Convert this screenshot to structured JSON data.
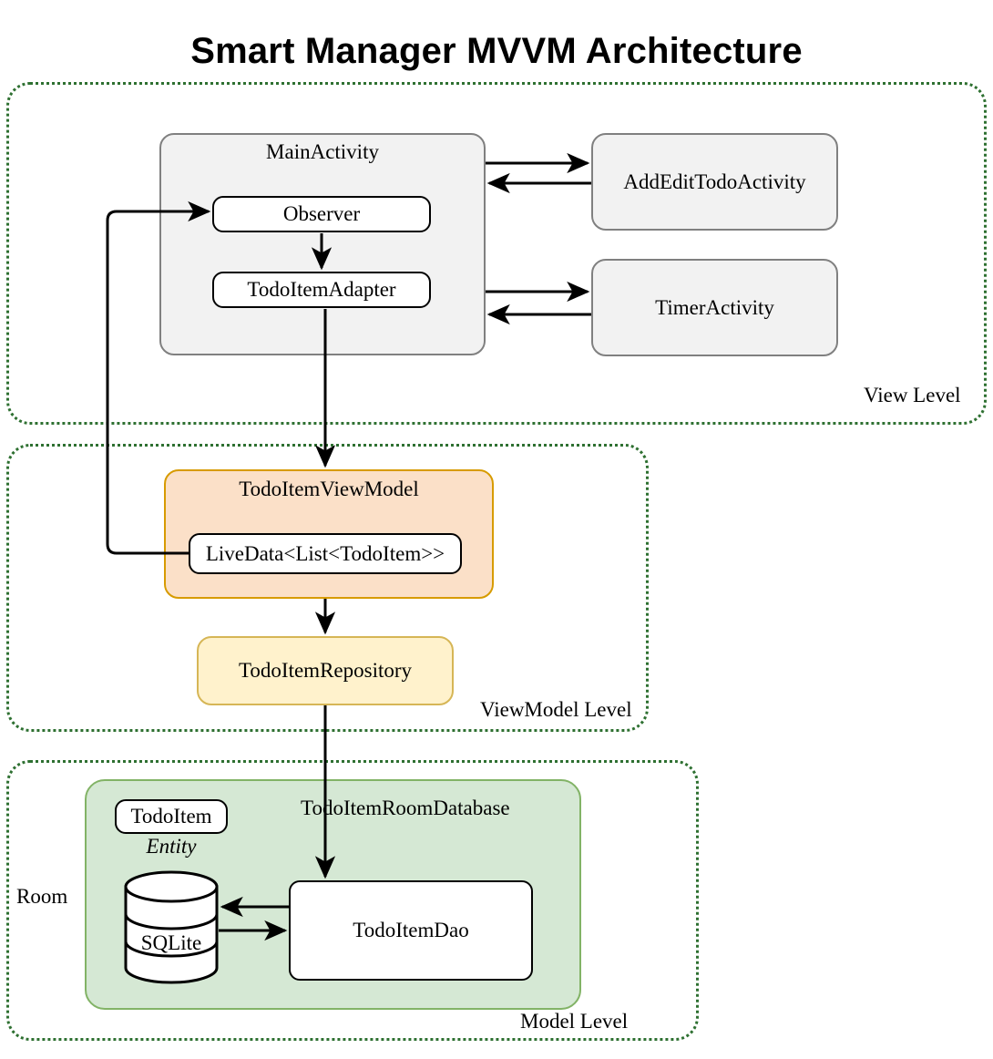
{
  "title": "Smart Manager MVVM Architecture",
  "levels": [
    {
      "id": "view",
      "label": "View Level"
    },
    {
      "id": "viewmodel",
      "label": "ViewModel Level"
    },
    {
      "id": "model",
      "label": "Model Level"
    }
  ],
  "view_level": {
    "label": "View Level",
    "main_activity": {
      "title": "MainActivity",
      "children": [
        {
          "label": "Observer"
        },
        {
          "label": "TodoItemAdapter"
        }
      ]
    },
    "activities": [
      {
        "label": "AddEditTodoActivity"
      },
      {
        "label": "TimerActivity"
      }
    ]
  },
  "viewmodel_level": {
    "label": "ViewModel Level",
    "view_model": {
      "title": "TodoItemViewModel",
      "children": [
        {
          "label": "LiveData<List<TodoItem>>"
        }
      ]
    },
    "repository": {
      "label": "TodoItemRepository"
    }
  },
  "model_level": {
    "label": "Model Level",
    "room_label": "Room",
    "database": {
      "title": "TodoItemRoomDatabase",
      "entity": {
        "label": "TodoItem",
        "stereotype": "Entity"
      },
      "storage": {
        "label": "SQLite",
        "icon": "database-cylinder-icon"
      },
      "dao": {
        "label": "TodoItemDao"
      }
    }
  },
  "colors": {
    "level_border": "#2e7031",
    "activity_fill": "#f2f2f2",
    "activity_border": "#808080",
    "viewmodel_fill": "#fbe0c8",
    "viewmodel_border": "#d79b00",
    "repository_fill": "#fff2cc",
    "repository_border": "#d6b656",
    "database_fill": "#d5e8d4",
    "database_border": "#82b366",
    "node_fill": "#ffffff",
    "node_border": "#000000",
    "arrow": "#000000"
  }
}
